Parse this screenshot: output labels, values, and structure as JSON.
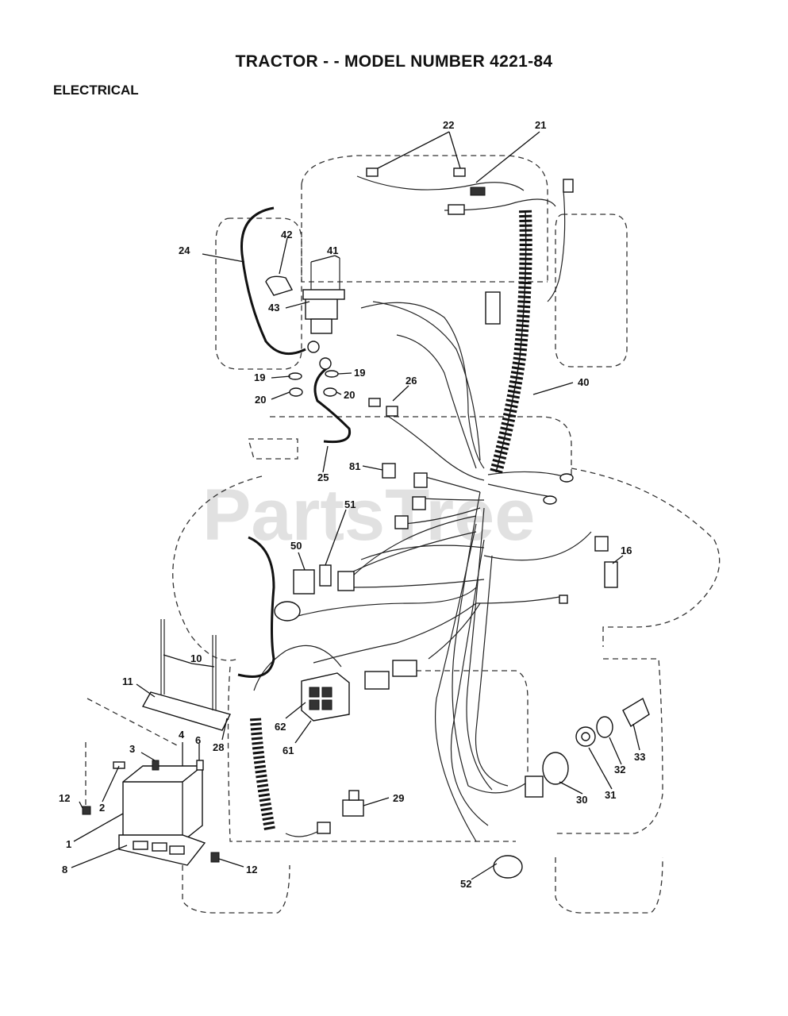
{
  "header": {
    "title": "TRACTOR - - MODEL NUMBER 4221-84",
    "section": "ELECTRICAL"
  },
  "watermark": "PartsTree",
  "callouts": {
    "c22": "22",
    "c21": "21",
    "c42": "42",
    "c41": "41",
    "c24": "24",
    "c43": "43",
    "c19a": "19",
    "c19b": "19",
    "c20a": "20",
    "c20b": "20",
    "c26": "26",
    "c40": "40",
    "c25": "25",
    "c81": "81",
    "c51": "51",
    "c50": "50",
    "c16": "16",
    "c10": "10",
    "c11": "11",
    "c28": "28",
    "c62": "62",
    "c61": "61",
    "c3": "3",
    "c4": "4",
    "c6": "6",
    "c2": "2",
    "c12a": "12",
    "c12b": "12",
    "c1": "1",
    "c8": "8",
    "c29": "29",
    "c30": "30",
    "c31": "31",
    "c32": "32",
    "c33": "33",
    "c52": "52"
  }
}
